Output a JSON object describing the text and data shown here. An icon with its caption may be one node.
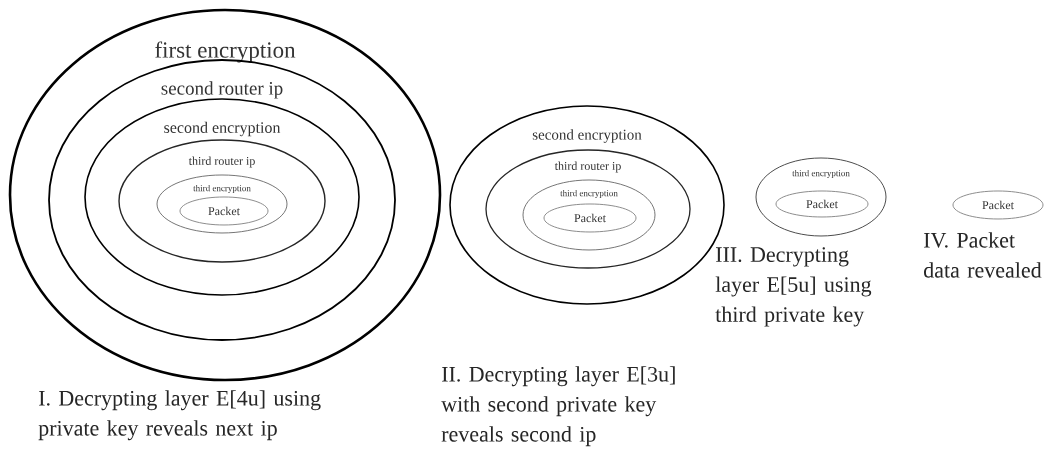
{
  "diagram": {
    "nodes": [
      {
        "text": [
          "first encryption"
        ],
        "beside": [
          "I. Decrypting layer E[4u] using private key reveals next ip"
        ]
      },
      {
        "text": [
          "second router ip"
        ],
        "in": 0
      },
      {
        "text": [
          "second encryption"
        ],
        "in": 1
      },
      {
        "text": [
          "third router ip"
        ],
        "in": 2
      },
      {
        "text": [
          "third encryption"
        ],
        "in": 3
      },
      {
        "text": [
          "Packet"
        ],
        "in": 4
      },
      {
        "text": [
          "second encryption"
        ],
        "beside": [
          "II. Decrypting layer E[3u] with second private key reveals second ip"
        ]
      },
      {
        "text": [
          "third router ip"
        ],
        "in": 6
      },
      {
        "text": [
          "third encryption"
        ],
        "in": 7
      },
      {
        "text": [
          "Packet"
        ],
        "in": 8
      },
      {
        "text": [
          "third encryption"
        ],
        "beside": [
          "III. Decrypting layer E[5u] using third private key"
        ]
      },
      {
        "text": [
          "Packet"
        ],
        "in": 10
      },
      {
        "text": [
          "Packet"
        ],
        "beside": [
          "IV. Packet data revealed"
        ]
      }
    ]
  }
}
